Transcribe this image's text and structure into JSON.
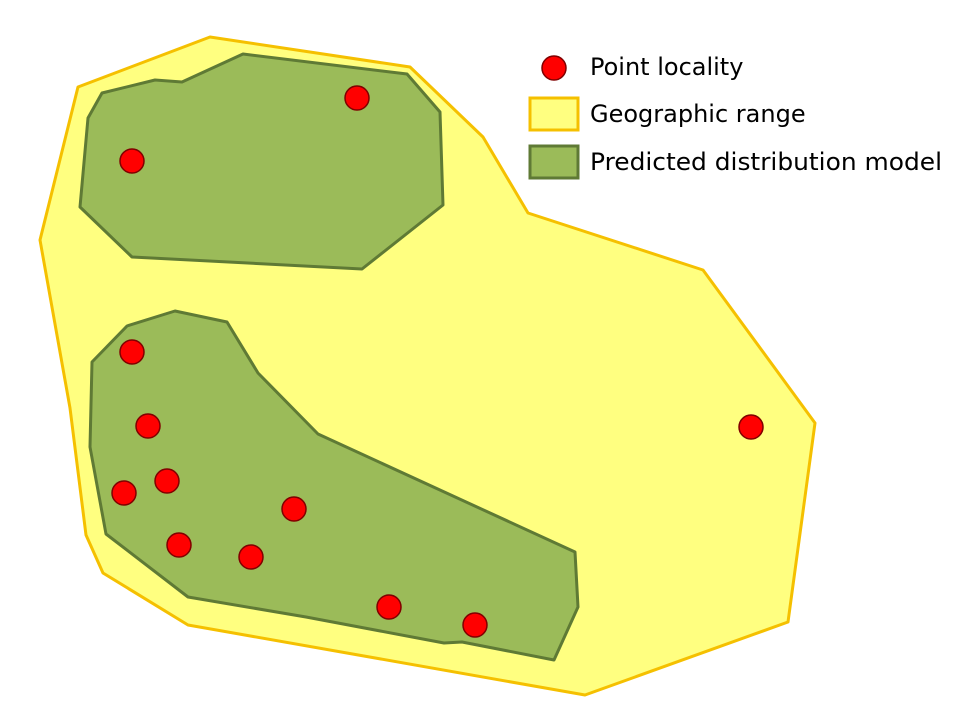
{
  "legend": {
    "point_label": "Point locality",
    "range_label": "Geographic range",
    "model_label": "Predicted distribution model"
  },
  "colors": {
    "range_fill": "#ffff80",
    "range_stroke": "#f5c000",
    "model_fill": "#9bbb59",
    "model_stroke": "#5f7a35",
    "point_fill": "#ff0000",
    "point_stroke": "#800000"
  },
  "point_count": 12
}
